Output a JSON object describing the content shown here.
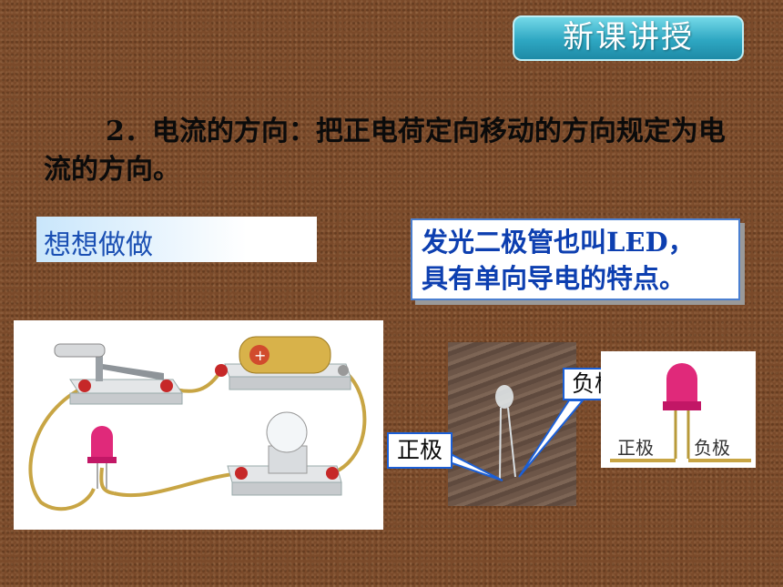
{
  "header": {
    "badge": "新课讲授"
  },
  "content": {
    "paragraph": "2．电流的方向：把正电荷定向移动的方向规定为电流的方向。",
    "think_label": "想想做做",
    "led_note_line1": "发光二极管也叫LED，",
    "led_note_line2": "具有单向导电的特点。"
  },
  "photo": {
    "negative_label": "负极",
    "positive_label": "正极"
  },
  "led_diagram": {
    "positive": "正极",
    "negative": "负极"
  },
  "colors": {
    "accent": "#2ea7c2",
    "text_blue": "#1a4fb3",
    "background": "#7a4a2a"
  }
}
